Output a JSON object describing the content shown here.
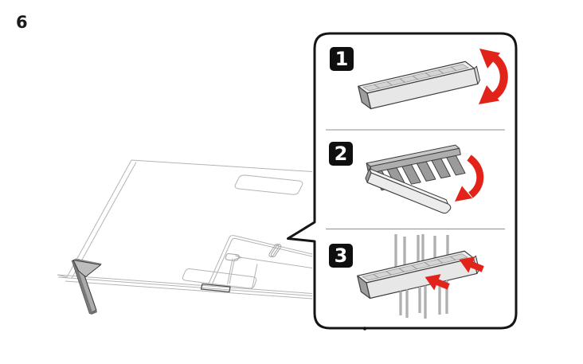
{
  "page": {
    "number_label": "6"
  },
  "theme": {
    "background": "#ffffff",
    "accent_red": "#e2231a",
    "panel_border": "#151515",
    "line_gray": "#b4b4b4",
    "outline_dark": "#3f3f3f",
    "badge_bg": "#0f0f0f",
    "badge_text": "#ffffff"
  },
  "callout_panel": {
    "steps": [
      {
        "label": "1",
        "icon": "rotate-up-down-arrow-icon"
      },
      {
        "label": "2",
        "icon": "swing-open-arrow-icon"
      },
      {
        "label": "3",
        "icon": "press-in-arrows-icon"
      }
    ]
  }
}
